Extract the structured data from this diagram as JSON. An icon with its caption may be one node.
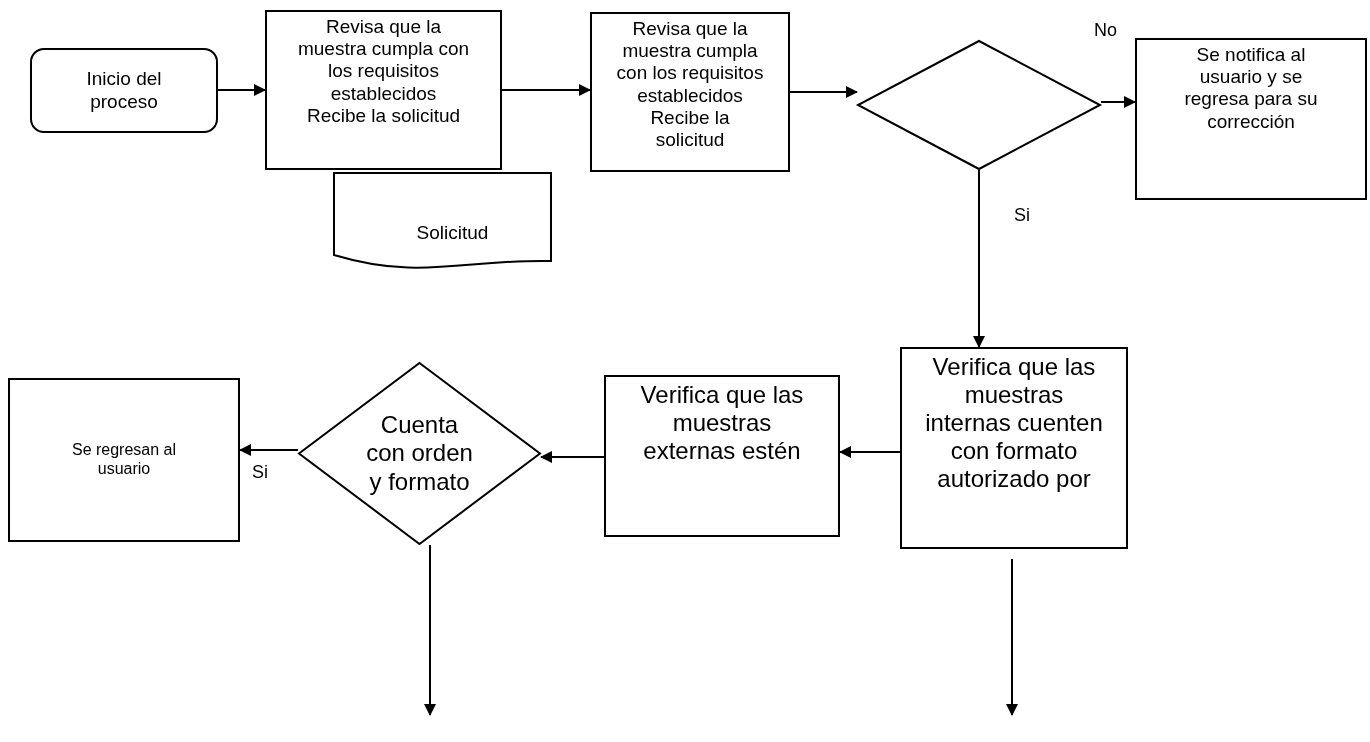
{
  "diagram": {
    "nodes": [
      {
        "text": [
          "Inicio del proceso"
        ]
      },
      {
        "text": [
          "Revisa que la muestra cumpla con los requisitos establecidos",
          "Recibe la solicitud"
        ]
      },
      {
        "text": [
          "Solicitud"
        ]
      },
      {
        "text": [
          "Revisa que la muestra cumpla con los requisitos establecidos",
          "Recibe la solicitud"
        ]
      },
      {
        "text": [],
        "shape": "diamond"
      },
      {
        "text": [
          "Se notifica al usuario y se regresa para su corrección"
        ]
      },
      {
        "text": [
          "Verifica que las muestras internas cuenten con formato autorizado por"
        ]
      },
      {
        "text": [
          "Verifica que las muestras externas estén"
        ]
      },
      {
        "text": [
          "Cuenta con orden y formato"
        ]
      },
      {
        "text": [
          "Se regresan al usuario"
        ]
      }
    ],
    "edges": [
      {
        "from": 0,
        "to": 1,
        "arrow": "to"
      },
      {
        "from": 1,
        "to": 3,
        "arrow": "to"
      },
      {
        "from": 3,
        "to": 4,
        "arrow": "to"
      },
      {
        "from": 4,
        "to": 5,
        "arrow": "to",
        "label": "No"
      },
      {
        "from": 4,
        "to": 6,
        "arrow": "to",
        "label": "Si"
      },
      {
        "from": 6,
        "to": 7,
        "arrow": "to"
      },
      {
        "from": 7,
        "to": 8,
        "arrow": "to"
      },
      {
        "from": 8,
        "to": 9,
        "arrow": "to",
        "label": "Si"
      },
      {
        "from": 8,
        "to": null,
        "arrow": "to"
      },
      {
        "from": 6,
        "to": null,
        "arrow": "to"
      }
    ]
  }
}
